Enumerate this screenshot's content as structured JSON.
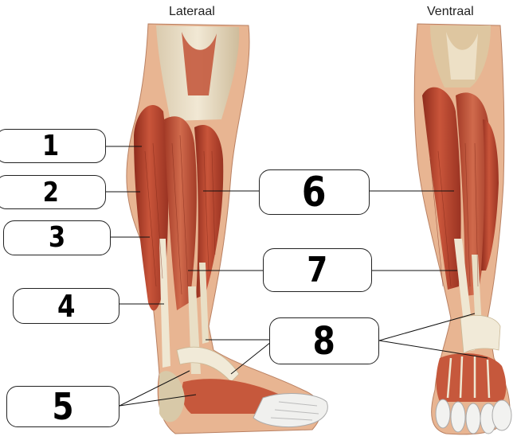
{
  "views": {
    "lateral": "Lateraal",
    "ventral": "Ventraal"
  },
  "labels": [
    "1",
    "2",
    "3",
    "4",
    "5",
    "6",
    "7",
    "8"
  ],
  "colors": {
    "muscle": "#b8442f",
    "muscle_light": "#d97a5a",
    "tendon": "#e6dcc4",
    "skin": "#e7b08a",
    "bone": "#efe7d2",
    "line": "#111111"
  }
}
